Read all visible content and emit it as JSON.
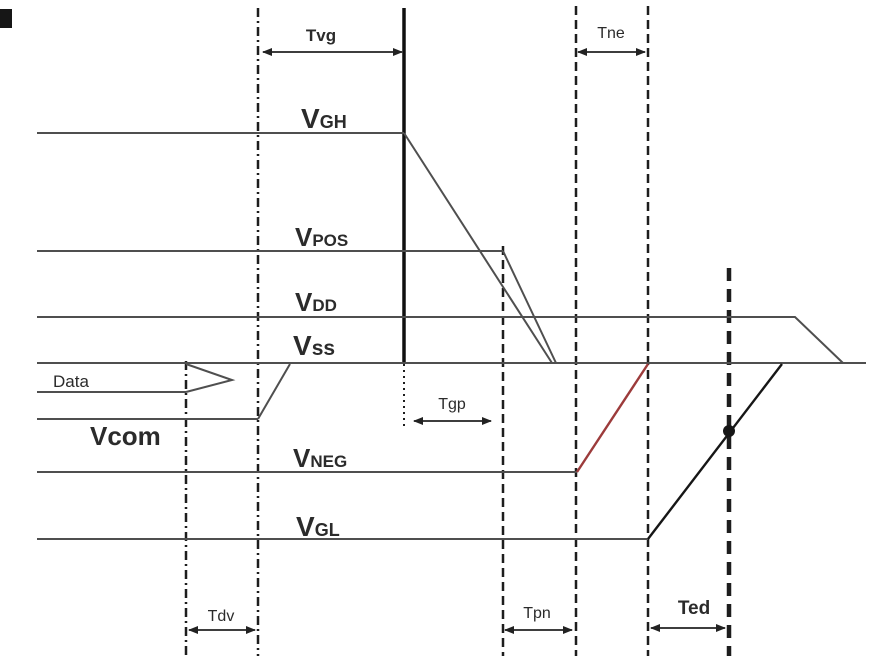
{
  "signals": {
    "vgh": {
      "base": "V",
      "sub": "GH"
    },
    "vpos": {
      "base": "V",
      "sub": "POS"
    },
    "vdd": {
      "base": "V",
      "sub": "DD"
    },
    "vss": {
      "base": "V",
      "sub": "ss"
    },
    "data": {
      "label": "Data"
    },
    "vcom": {
      "label": "Vcom"
    },
    "vneg": {
      "base": "V",
      "sub": "NEG"
    },
    "vgl": {
      "base": "V",
      "sub": "GL"
    }
  },
  "timing_params": {
    "tvg": {
      "label": "Tvg"
    },
    "tne": {
      "label": "Tne"
    },
    "tgp": {
      "label": "Tgp"
    },
    "tdv": {
      "label": "Tdv"
    },
    "tpn": {
      "label": "Tpn"
    },
    "ted": {
      "label": "Ted"
    }
  },
  "colors": {
    "signal_line": "#4f4f4f",
    "guide_line": "#1d1d1d",
    "solid_marker_line": "#101010",
    "vneg_rise": "#9c3b3b",
    "vgl_rise": "#161616",
    "text": "#2b2b2b"
  }
}
